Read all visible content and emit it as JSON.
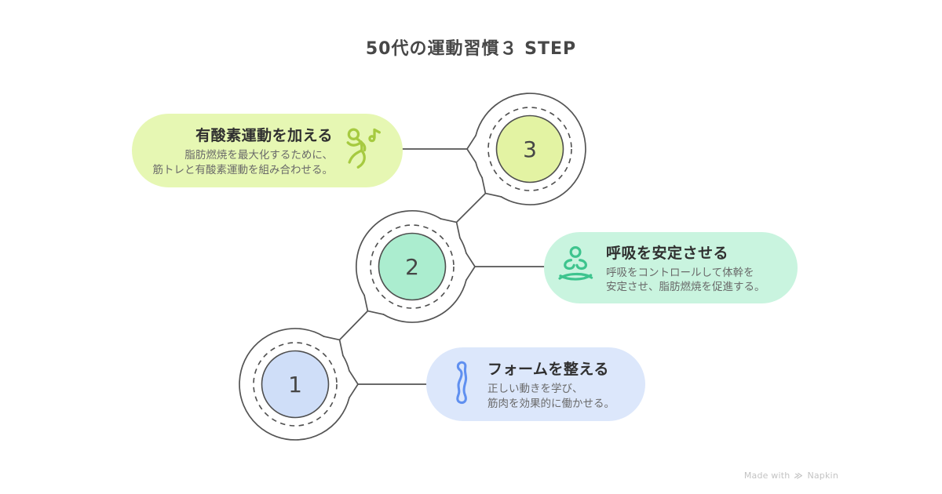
{
  "title": "50代の運動習慣３ STEP",
  "steps": [
    {
      "number": "1",
      "label": "フォームを整える",
      "description_lines": [
        "正しい動きを学び、",
        "筋肉を効果的に働かせる。"
      ],
      "icon": "posture-icon",
      "colors": {
        "pill_bg": "#dce7fb",
        "circle_fill": "#cfdef8",
        "icon_stroke": "#6090f0"
      }
    },
    {
      "number": "2",
      "label": "呼吸を安定させる",
      "description_lines": [
        "呼吸をコントロールして体幹を",
        "安定させ、脂肪燃焼を促進する。"
      ],
      "icon": "meditation-icon",
      "colors": {
        "pill_bg": "#c9f4df",
        "circle_fill": "#abedcf",
        "icon_stroke": "#3ec48e"
      }
    },
    {
      "number": "3",
      "label": "有酸素運動を加える",
      "description_lines": [
        "脂肪燃焼を最大化するために、",
        "筋トレと有酸素運動を組み合わせる。"
      ],
      "icon": "runner-music-icon",
      "colors": {
        "pill_bg": "#e6f7b3",
        "circle_fill": "#e3f3a3",
        "icon_stroke": "#a6ca40"
      }
    }
  ],
  "connector_color": "#545454",
  "footer": {
    "made_with": "Made with",
    "brand": "Napkin"
  }
}
